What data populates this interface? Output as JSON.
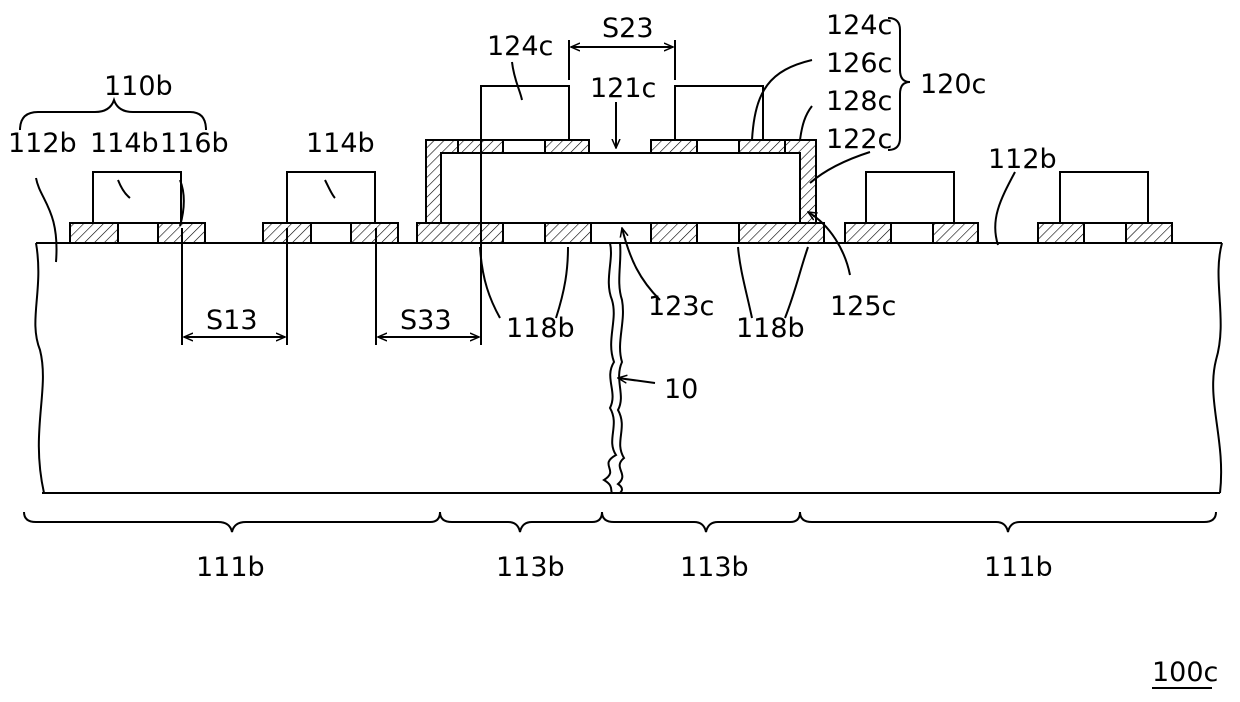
{
  "figure_id": "100c",
  "labels": {
    "l110b": "110b",
    "l112b_left": "112b",
    "l114b_a": "114b",
    "l116b": "116b",
    "l114b_b": "114b",
    "l124c_left": "124c",
    "lS23": "S23",
    "l124c_right": "124c",
    "l126c": "126c",
    "l120c": "120c",
    "l121c": "121c",
    "l128c": "128c",
    "l122c": "122c",
    "l112b_right": "112b",
    "lS13": "S13",
    "lS33": "S33",
    "l118b_a": "118b",
    "l123c": "123c",
    "l118b_b": "118b",
    "l125c": "125c",
    "l10": "10",
    "l111b_left": "111b",
    "l113b_left": "113b",
    "l113b_right": "113b",
    "l111b_right": "111b"
  }
}
